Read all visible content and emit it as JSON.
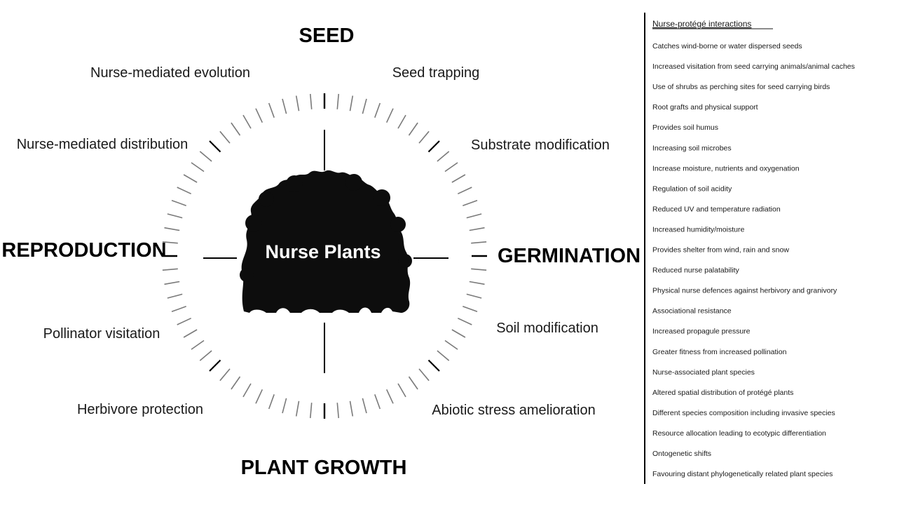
{
  "center": {
    "label": "Nurse Plants"
  },
  "phases": {
    "seed": "SEED",
    "germination": "GERMINATION",
    "plant_growth": "PLANT GROWTH",
    "reproduction": "REPRODUCTION"
  },
  "processes": {
    "seed_trapping": "Seed trapping",
    "substrate_modification": "Substrate modification",
    "soil_modification": "Soil modification",
    "abiotic_stress_amelioration": "Abiotic stress amelioration",
    "herbivore_protection": "Herbivore protection",
    "pollinator_visitation": "Pollinator visitation",
    "nurse_mediated_distribution": "Nurse-mediated distribution",
    "nurse_mediated_evolution": "Nurse-mediated evolution"
  },
  "interactions": {
    "heading": "Nurse-protégé interactions",
    "items": [
      "Catches wind-borne or water dispersed seeds",
      "Increased visitation from seed carrying animals/animal caches",
      "Use of shrubs as perching sites for seed carrying birds",
      "Root grafts and physical support",
      "Provides soil humus",
      "Increasing soil microbes",
      "Increase moisture, nutrients and oxygenation",
      "Regulation of soil acidity",
      "Reduced UV and temperature radiation",
      "Increased humidity/moisture",
      "Provides shelter from wind, rain and snow",
      "Reduced nurse palatability",
      "Physical nurse defences against herbivory and granivory",
      "Associational resistance",
      "Increased propagule pressure",
      "Greater fitness from increased pollination",
      "Nurse-associated plant species",
      "Altered spatial distribution of protégé plants",
      "Different species composition including invasive species",
      "Resource allocation leading to ecotypic differentiation",
      "Ontogenetic shifts",
      "Favouring distant phylogenetically related plant species"
    ]
  },
  "colors": {
    "ink": "#000000",
    "tick_light": "#7a7a7a",
    "tick_dark": "#000000",
    "background": "#ffffff"
  }
}
